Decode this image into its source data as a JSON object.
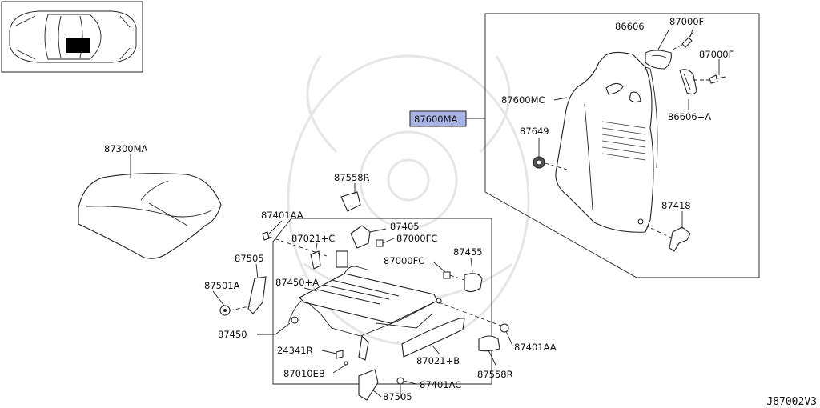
{
  "diagram": {
    "drawing_code": "J87002V3",
    "colors": {
      "highlight": "#a9b4e6",
      "line": "#222222"
    },
    "parts": [
      {
        "id": "p86606",
        "text": "86606"
      },
      {
        "id": "p87000F_a",
        "text": "87000F"
      },
      {
        "id": "p87000F_b",
        "text": "87000F"
      },
      {
        "id": "p87600MC",
        "text": "87600MC"
      },
      {
        "id": "p86606A",
        "text": "86606+A"
      },
      {
        "id": "p87600MA",
        "text": "87600MA"
      },
      {
        "id": "p87649",
        "text": "87649"
      },
      {
        "id": "p87300MA",
        "text": "87300MA"
      },
      {
        "id": "p87418",
        "text": "87418"
      },
      {
        "id": "p87558R_a",
        "text": "87558R"
      },
      {
        "id": "p87401AA_a",
        "text": "87401AA"
      },
      {
        "id": "p87405",
        "text": "87405"
      },
      {
        "id": "p87021C",
        "text": "87021+C"
      },
      {
        "id": "p87000FC_a",
        "text": "87000FC"
      },
      {
        "id": "p87505_a",
        "text": "87505"
      },
      {
        "id": "p87455",
        "text": "87455"
      },
      {
        "id": "p87000FC_b",
        "text": "87000FC"
      },
      {
        "id": "p87450A",
        "text": "87450+A"
      },
      {
        "id": "p87501A",
        "text": "87501A"
      },
      {
        "id": "p87450",
        "text": "87450"
      },
      {
        "id": "p87401AA_b",
        "text": "87401AA"
      },
      {
        "id": "p24341R",
        "text": "24341R"
      },
      {
        "id": "p87021B",
        "text": "87021+B"
      },
      {
        "id": "p87558R_b",
        "text": "87558R"
      },
      {
        "id": "p87010EB",
        "text": "87010EB"
      },
      {
        "id": "p87401AC",
        "text": "87401AC"
      },
      {
        "id": "p87505_b",
        "text": "87505"
      }
    ]
  }
}
